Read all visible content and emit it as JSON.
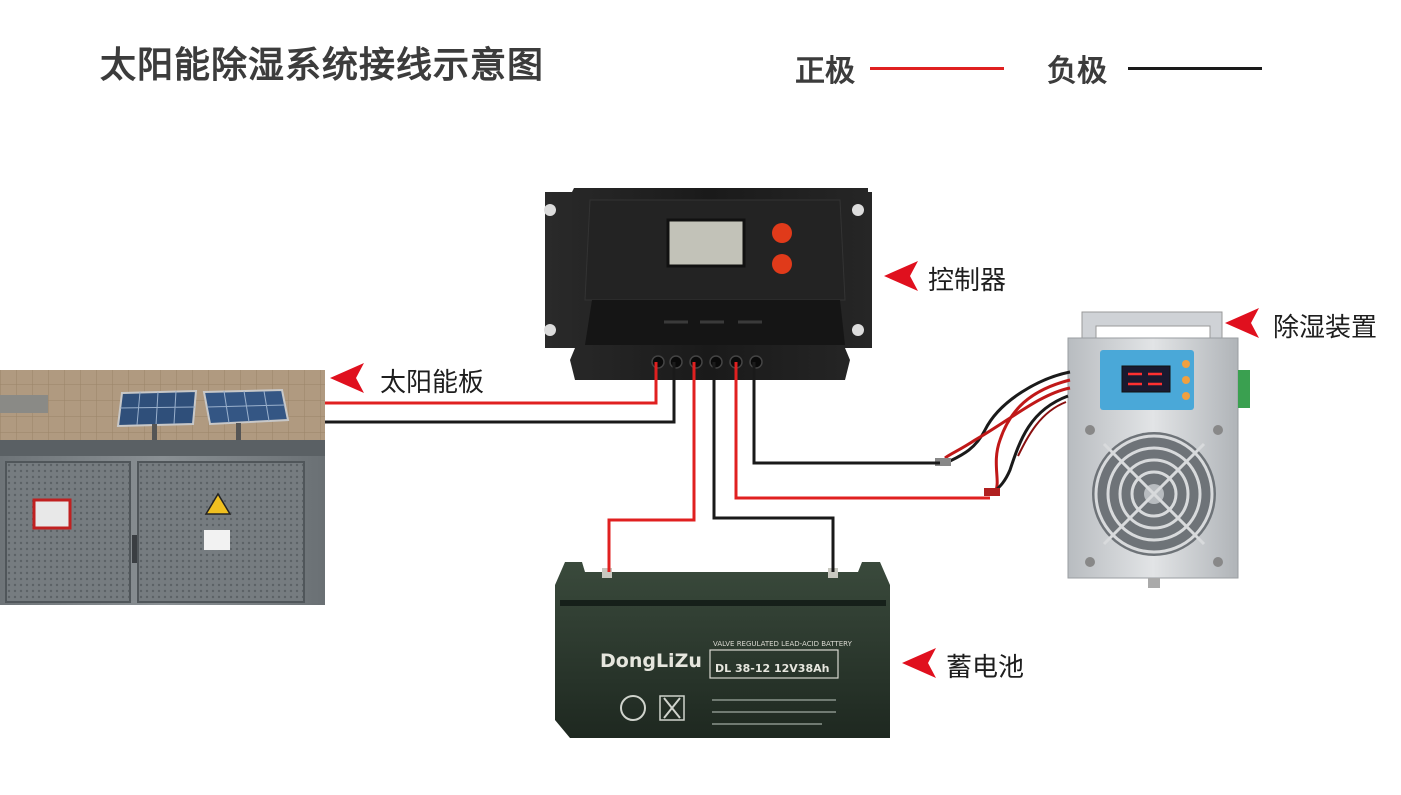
{
  "title": "太阳能除湿系统接线示意图",
  "legend": {
    "positive": {
      "label": "正极",
      "color": "#e02020"
    },
    "negative": {
      "label": "负极",
      "color": "#1a1a1a"
    }
  },
  "components": {
    "controller": {
      "label": "控制器"
    },
    "solar_panel": {
      "label": "太阳能板"
    },
    "dehumidifier": {
      "label": "除湿装置"
    },
    "battery": {
      "label": "蓄电池",
      "brand": "DongLiZu",
      "model": "DL 38-12    12V38Ah",
      "type_text": "VALVE REGULATED LEAD-ACID BATTERY"
    }
  },
  "colors": {
    "arrow": "#e0101e",
    "controller_body": "#1b1b1b",
    "lcd": "#bfbfb6",
    "button": "#e03a1a",
    "battery_body": "#2c3a2e",
    "dehumidifier_body": "#c9ccd0",
    "dehumidifier_panel": "#4aa8d8"
  }
}
